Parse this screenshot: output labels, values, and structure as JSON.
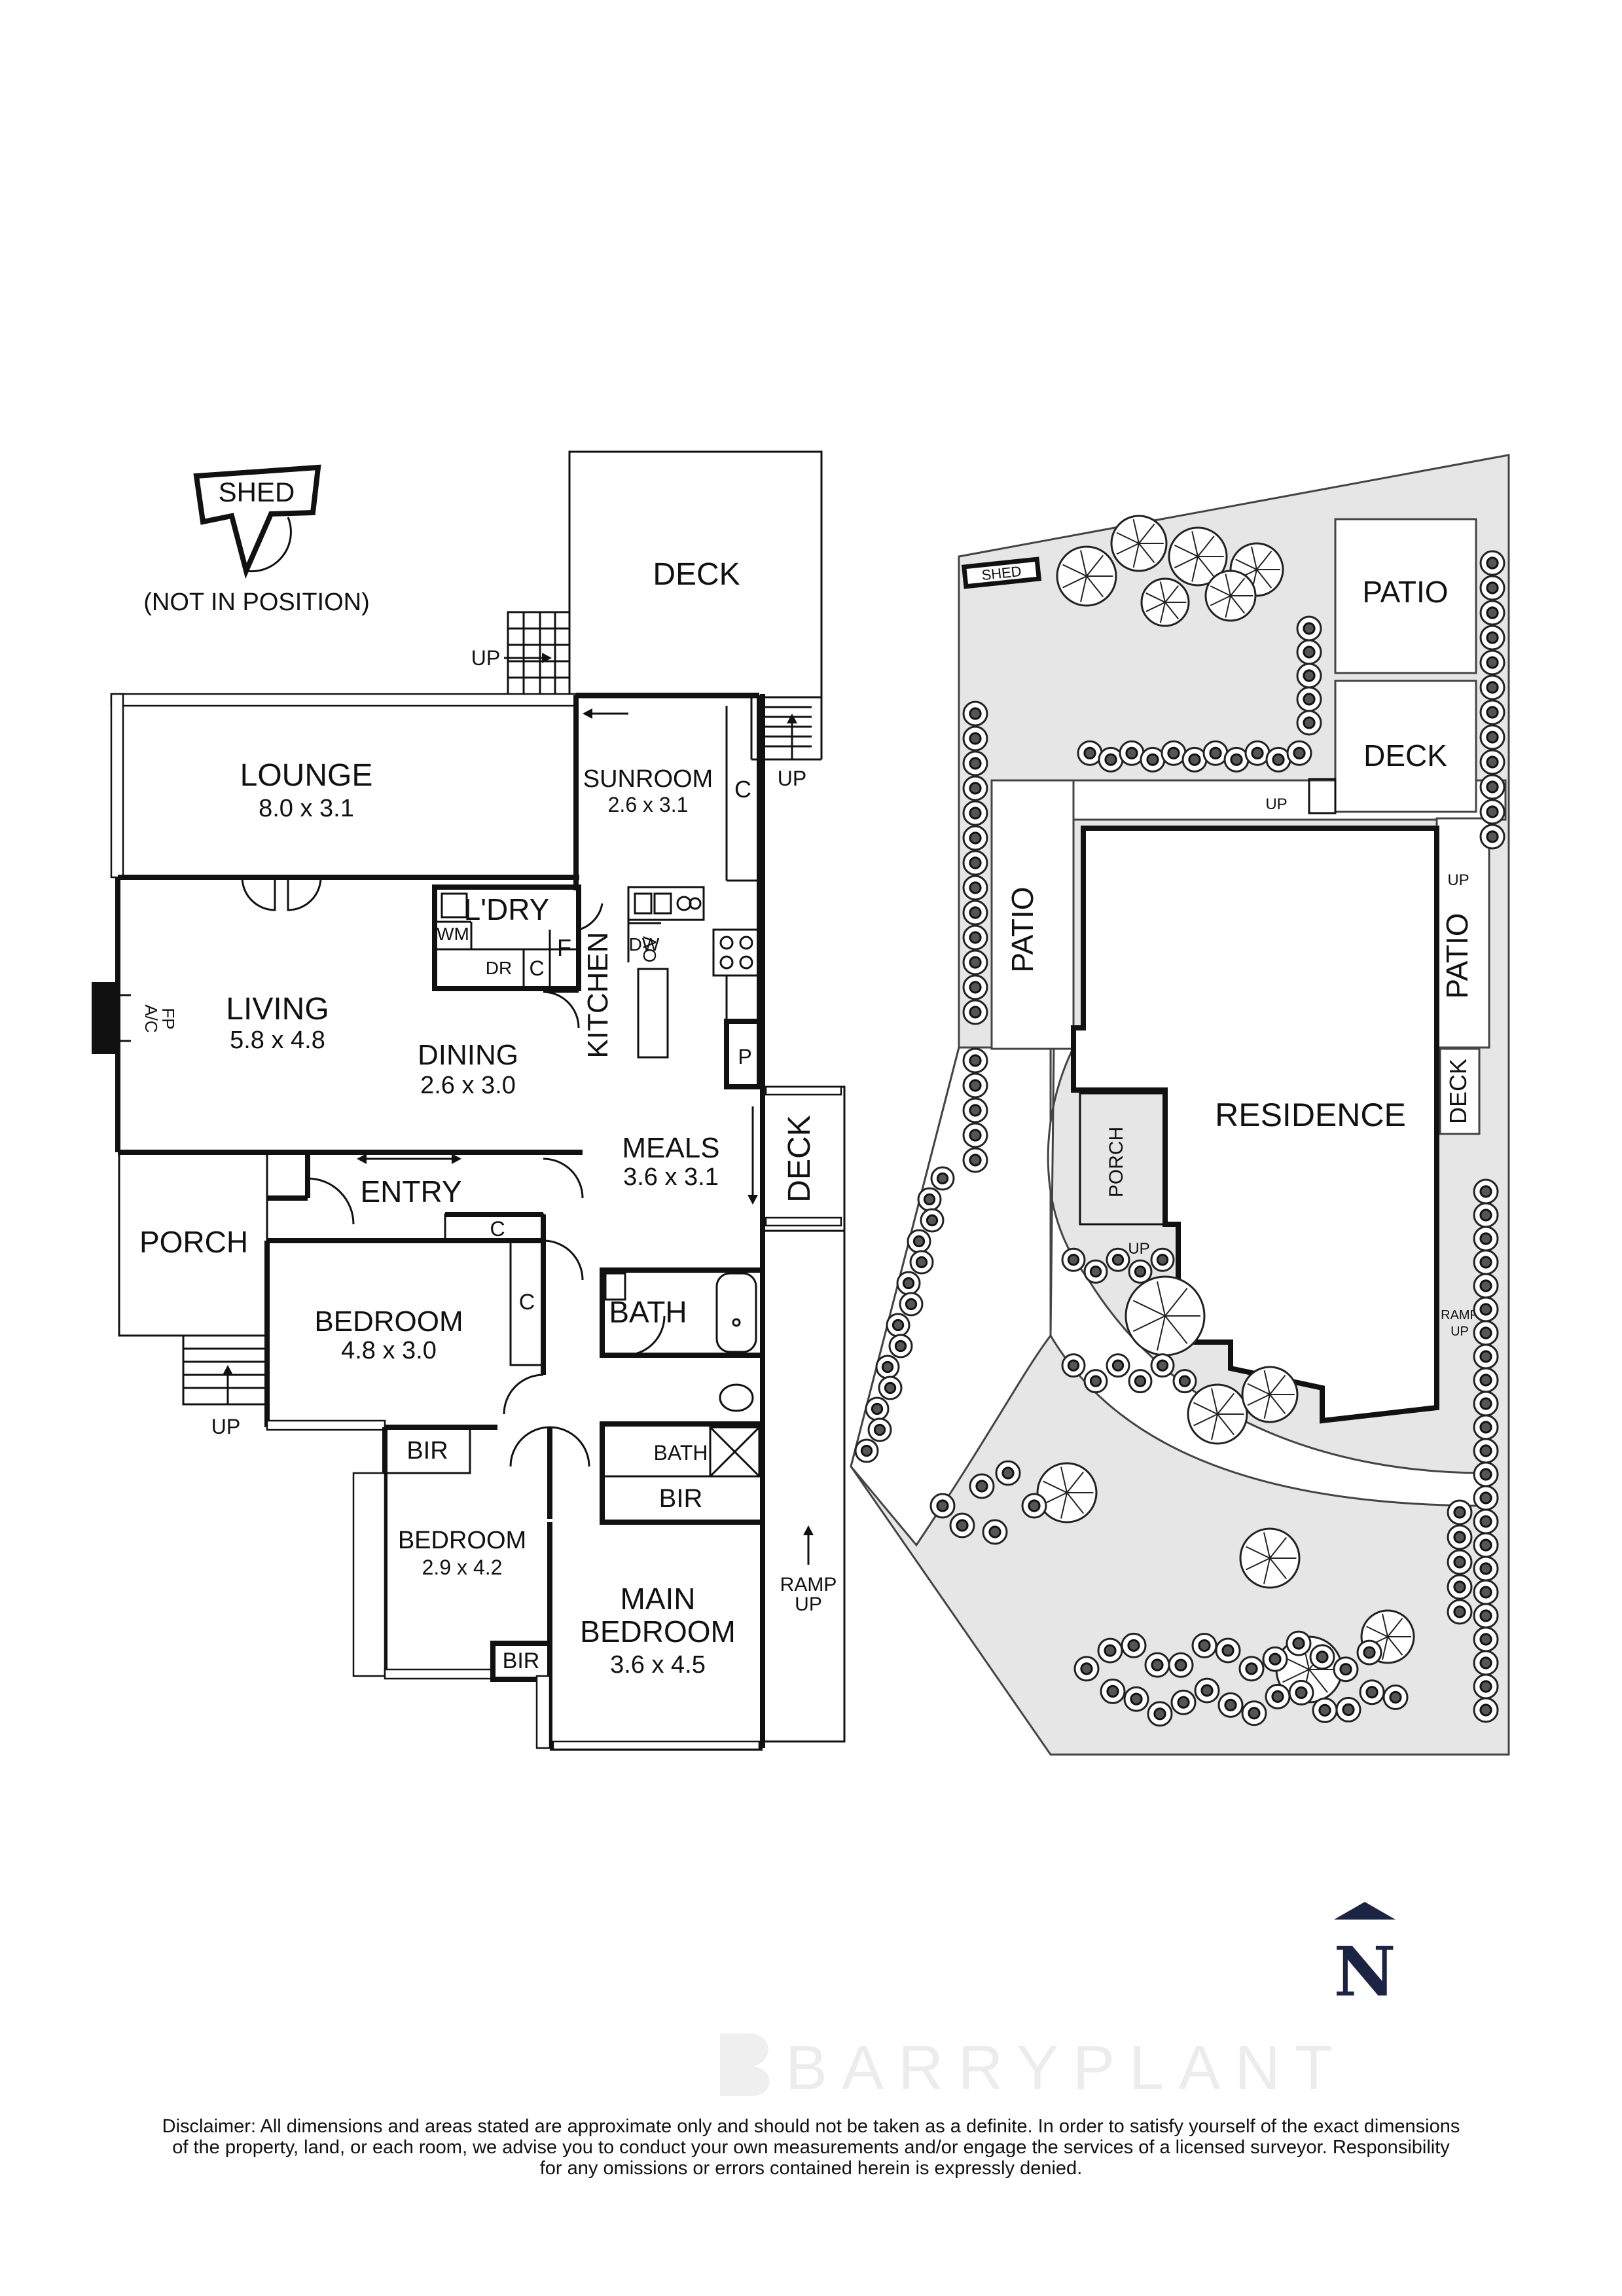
{
  "floorplan": {
    "shed": "SHED",
    "shed_note": "(NOT IN POSITION)",
    "rooms": {
      "deck_top": "DECK",
      "lounge": {
        "name": "LOUNGE",
        "size": "8.0 x 3.1"
      },
      "sunroom": {
        "name": "SUNROOM",
        "size": "2.6 x 3.1"
      },
      "laundry": "L'DRY",
      "living": {
        "name": "LIVING",
        "size": "5.8 x 4.8"
      },
      "dining": {
        "name": "DINING",
        "size": "2.6 x 3.0"
      },
      "kitchen": "KITCHEN",
      "meals": {
        "name": "MEALS",
        "size": "3.6 x 3.1"
      },
      "deck_side": "DECK",
      "entry": "ENTRY",
      "porch": "PORCH",
      "bedroom1": {
        "name": "BEDROOM",
        "size": "4.8 x 3.0"
      },
      "bath_main": "BATH",
      "bath_ensuite": "BATH",
      "bedroom2": {
        "name": "BEDROOM",
        "size": "2.9 x 4.2"
      },
      "main_bedroom": {
        "name_line1": "MAIN",
        "name_line2": "BEDROOM",
        "size": "3.6 x 4.5"
      }
    },
    "fixtures": {
      "c": "C",
      "f": "F",
      "p": "P",
      "wm": "WM",
      "dr": "DR",
      "dw": "DW",
      "ov": "OV",
      "ac": "A/C",
      "fp": "FP",
      "bir": "BIR"
    },
    "stairs": {
      "up": "UP",
      "ramp_line1": "RAMP",
      "ramp_line2": "UP"
    }
  },
  "siteplan": {
    "shed": "SHED",
    "patio_top": "PATIO",
    "deck_top": "DECK",
    "patio_left": "PATIO",
    "patio_right": "PATIO",
    "residence": "RESIDENCE",
    "deck_right": "DECK",
    "porch": "PORCH",
    "up": "UP",
    "ramp_line1": "RAMP",
    "ramp_line2": "UP"
  },
  "north": "N",
  "logo": "BARRYPLANT",
  "disclaimer": {
    "line1": "Disclaimer: All dimensions and areas stated are approximate only and should not be taken as a definite. In order to satisfy yourself of the exact dimensions",
    "line2": "of the property, land, or each room, we advise you to conduct your own measurements and/or engage the services of a licensed surveyor. Responsibility",
    "line3": "for any omissions or errors contained herein is expressly denied."
  },
  "colors": {
    "north": "#1b2543",
    "ground": "#e6e6e6",
    "logo": "#ececec"
  }
}
